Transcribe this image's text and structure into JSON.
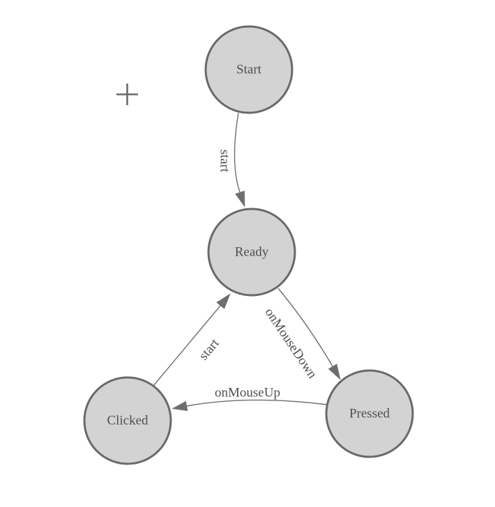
{
  "app": {
    "type": "diagram-editor-canvas",
    "background": "#ffffff"
  },
  "palette": {
    "node_fill": "#d3d3d3",
    "node_stroke": "#696969",
    "edge_color": "#6e6e6e",
    "label_color": "#4f4f4f",
    "cursor_color": "#6a6a6a"
  },
  "diagram": {
    "type": "finite-state-machine",
    "nodes": [
      {
        "id": "start",
        "label": "Start"
      },
      {
        "id": "ready",
        "label": "Ready"
      },
      {
        "id": "clicked",
        "label": "Clicked"
      },
      {
        "id": "pressed",
        "label": "Pressed"
      }
    ],
    "edges": [
      {
        "from": "Start",
        "to": "Ready",
        "label": "start"
      },
      {
        "from": "Ready",
        "to": "Pressed",
        "label": "onMouseDown"
      },
      {
        "from": "Pressed",
        "to": "Clicked",
        "label": "onMouseUp"
      },
      {
        "from": "Clicked",
        "to": "Ready",
        "label": "start"
      }
    ]
  },
  "cursor": {
    "type": "crosshair-plus"
  }
}
